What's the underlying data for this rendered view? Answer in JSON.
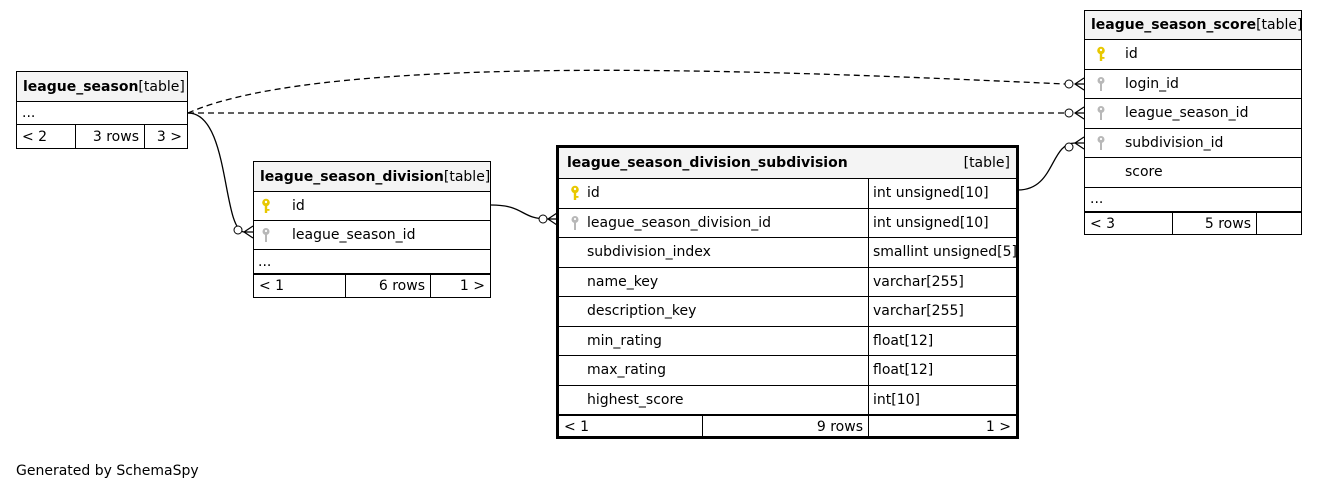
{
  "generated_by": "Generated by SchemaSpy",
  "tables": {
    "league_season": {
      "name": "league_season",
      "type_label": "[table]",
      "ellipsis": "...",
      "prev": "< 2",
      "rows": "3 rows",
      "next": "3 >"
    },
    "league_season_division": {
      "name": "league_season_division",
      "type_label": "[table]",
      "columns": [
        {
          "name": "id",
          "key": "primary"
        },
        {
          "name": "league_season_id",
          "key": "foreign"
        }
      ],
      "ellipsis": "...",
      "prev": "< 1",
      "rows": "6 rows",
      "next": "1 >"
    },
    "league_season_division_subdivision": {
      "name": "league_season_division_subdivision",
      "type_label": "[table]",
      "columns": [
        {
          "name": "id",
          "type": "int unsigned[10]",
          "key": "primary"
        },
        {
          "name": "league_season_division_id",
          "type": "int unsigned[10]",
          "key": "foreign"
        },
        {
          "name": "subdivision_index",
          "type": "smallint unsigned[5]",
          "key": ""
        },
        {
          "name": "name_key",
          "type": "varchar[255]",
          "key": ""
        },
        {
          "name": "description_key",
          "type": "varchar[255]",
          "key": ""
        },
        {
          "name": "min_rating",
          "type": "float[12]",
          "key": ""
        },
        {
          "name": "max_rating",
          "type": "float[12]",
          "key": ""
        },
        {
          "name": "highest_score",
          "type": "int[10]",
          "key": ""
        }
      ],
      "prev": "< 1",
      "rows": "9 rows",
      "next": "1 >"
    },
    "league_season_score": {
      "name": "league_season_score",
      "type_label": "[table]",
      "columns": [
        {
          "name": "id",
          "key": "primary"
        },
        {
          "name": "login_id",
          "key": "foreign"
        },
        {
          "name": "league_season_id",
          "key": "foreign"
        },
        {
          "name": "subdivision_id",
          "key": "foreign"
        },
        {
          "name": "score",
          "key": ""
        }
      ],
      "ellipsis": "...",
      "prev": "< 3",
      "rows": "5 rows",
      "next": ""
    }
  },
  "relationships": [
    {
      "from": "league_season",
      "to": "league_season_division.league_season_id",
      "style": "solid"
    },
    {
      "from": "league_season_division.id",
      "to": "league_season_division_subdivision.league_season_division_id",
      "style": "solid"
    },
    {
      "from": "league_season_division_subdivision.id",
      "to": "league_season_score.subdivision_id",
      "style": "solid"
    },
    {
      "from": "league_season",
      "to": "league_season_score.login_id",
      "style": "dashed"
    },
    {
      "from": "league_season",
      "to": "league_season_score.league_season_id",
      "style": "dashed"
    }
  ],
  "colors": {
    "primary_key": "#e8c800",
    "foreign_key": "#b8b8b8",
    "header_bg": "#f4f4f4"
  }
}
